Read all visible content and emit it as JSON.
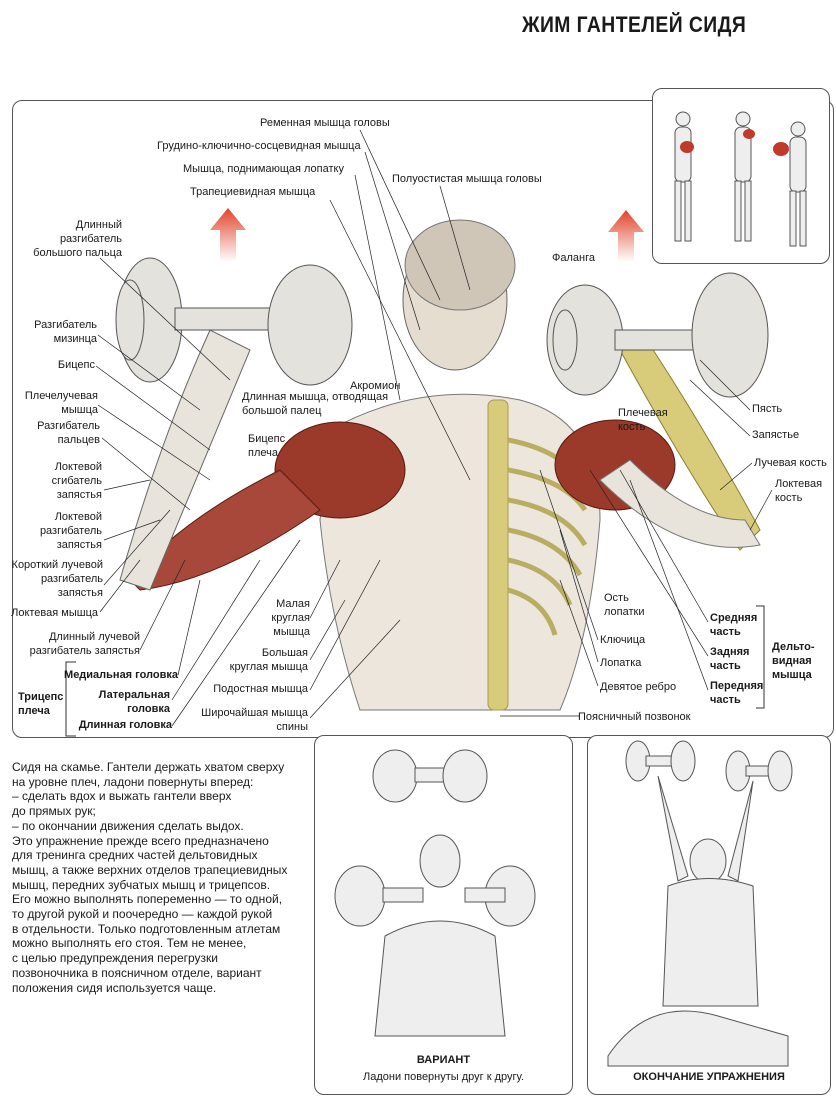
{
  "title": "ЖИМ ГАНТЕЛЕЙ СИДЯ",
  "labels_top": [
    "Ременная мышца головы",
    "Грудино-ключично-сосцевидная мышца",
    "Мышца, поднимающая лопатку",
    "Трапециевидная мышца",
    "Полуостистая мышца головы"
  ],
  "labels_left": [
    "Длинный\nразгибатель\nбольшого пальца",
    "Разгибатель\nмизинца",
    "Бицепс",
    "Плечелучевая\nмышца",
    "Разгибатель\nпальцев",
    "Локтевой\nсгибатель\nзапястья",
    "Локтевой\nразгибатель\nзапястья",
    "Короткий лучевой\nразгибатель\nзапястья",
    "Локтевая мышца",
    "Длинный лучевой\nразгибатель запястья"
  ],
  "triceps": {
    "group": "Трицепс\nплеча",
    "heads": [
      "Медиальная головка",
      "Латеральная\nголовка",
      "Длинная головка"
    ]
  },
  "labels_middle": [
    "Длинная мышца, отводящая\nбольшой палец",
    "Бицепс\nплеча",
    "Акромион",
    "Малая\nкруглая\nмышца",
    "Большая\nкруглая мышца",
    "Подостная мышца",
    "Широчайшая мышца\nспины"
  ],
  "labels_right": [
    "Фаланга",
    "Пясть",
    "Запястье",
    "Лучевая кость",
    "Локтевая\nкость",
    "Плечевая\nкость",
    "Ость\nлопатки",
    "Ключица",
    "Лопатка",
    "Девятое ребро",
    "Поясничный позвонок"
  ],
  "deltoid": {
    "group": "Дельто-\nвидная\nмышца",
    "parts": [
      "Средняя\nчасть",
      "Задняя\nчасть",
      "Передняя\nчасть"
    ]
  },
  "description": "Сидя на скамье. Гантели держать хватом сверху\nна уровне плеч, ладони повернуты вперед:\n– сделать вдох и выжать гантели вверх\nдо прямых рук;\n– по окончании движения сделать выдох.\nЭто упражнение прежде всего предназначено\nдля тренинга средних частей дельтовидных\nмышц, а также верхних отделов трапециевидных\nмышц, передних зубчатых мышц и трицепсов.\nЕго можно выполнять попеременно — то одной,\nто другой рукой и поочередно — каждой рукой\nв отдельности. Только подготовленным атлетам\nможно выполнять его стоя. Тем не менее,\nс целью предупреждения перегрузки\nпозвоночника в поясничном отделе, вариант\nположения сидя используется чаще.",
  "variant": {
    "title": "ВАРИАНТ",
    "caption": "Ладони повернуты друг к другу."
  },
  "end": {
    "title": "ОКОНЧАНИЕ УПРАЖНЕНИЯ"
  },
  "colors": {
    "muscle": "#9b3a2a",
    "bone": "#d8cc7a",
    "arrow": "#e0442a",
    "skin": "#ece6dc"
  }
}
